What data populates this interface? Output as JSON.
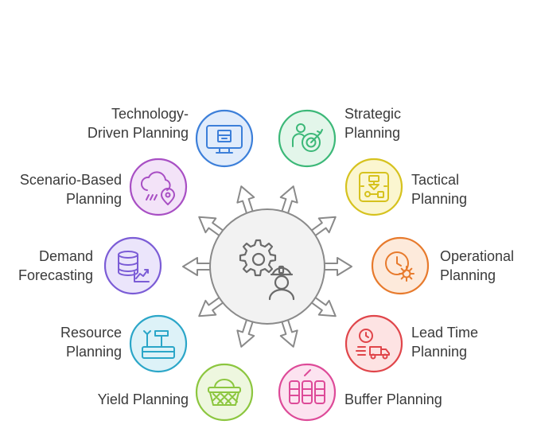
{
  "diagram": {
    "nodes": [
      {
        "id": "strategic",
        "lines": [
          "Strategic",
          "Planning"
        ],
        "color": "#3cb878",
        "fill": "#e3f6ea",
        "icon": "person-target-icon"
      },
      {
        "id": "tactical",
        "lines": [
          "Tactical",
          "Planning"
        ],
        "color": "#d6c21e",
        "fill": "#fbf6d0",
        "icon": "flowchart-icon"
      },
      {
        "id": "operational",
        "lines": [
          "Operational",
          "Planning"
        ],
        "color": "#e77a2c",
        "fill": "#fdeadb",
        "icon": "clock-gear-icon"
      },
      {
        "id": "leadtime",
        "lines": [
          "Lead Time",
          "Planning"
        ],
        "color": "#e0454a",
        "fill": "#fde3e3",
        "icon": "clock-truck-icon"
      },
      {
        "id": "buffer",
        "lines": [
          "Buffer Planning"
        ],
        "color": "#dd4a98",
        "fill": "#fce3f0",
        "icon": "barrels-icon"
      },
      {
        "id": "yield",
        "lines": [
          "Yield Planning"
        ],
        "color": "#8cc63f",
        "fill": "#eef7df",
        "icon": "basket-icon"
      },
      {
        "id": "resource",
        "lines": [
          "Resource",
          "Planning"
        ],
        "color": "#2ba6c8",
        "fill": "#ddf2f8",
        "icon": "toolbox-icon"
      },
      {
        "id": "demand",
        "lines": [
          "Demand",
          "Forecasting"
        ],
        "color": "#7b5cd6",
        "fill": "#ebe5fb",
        "icon": "database-chart-icon"
      },
      {
        "id": "scenario",
        "lines": [
          "Scenario-Based",
          "Planning"
        ],
        "color": "#a84fc4",
        "fill": "#f3e3f8",
        "icon": "cloud-rain-pin-icon"
      },
      {
        "id": "technology",
        "lines": [
          "Technology-",
          "Driven Planning"
        ],
        "color": "#3c7fd9",
        "fill": "#e1ecfb",
        "icon": "monitor-box-icon"
      }
    ],
    "center_icon": "gear-engineer-icon"
  }
}
